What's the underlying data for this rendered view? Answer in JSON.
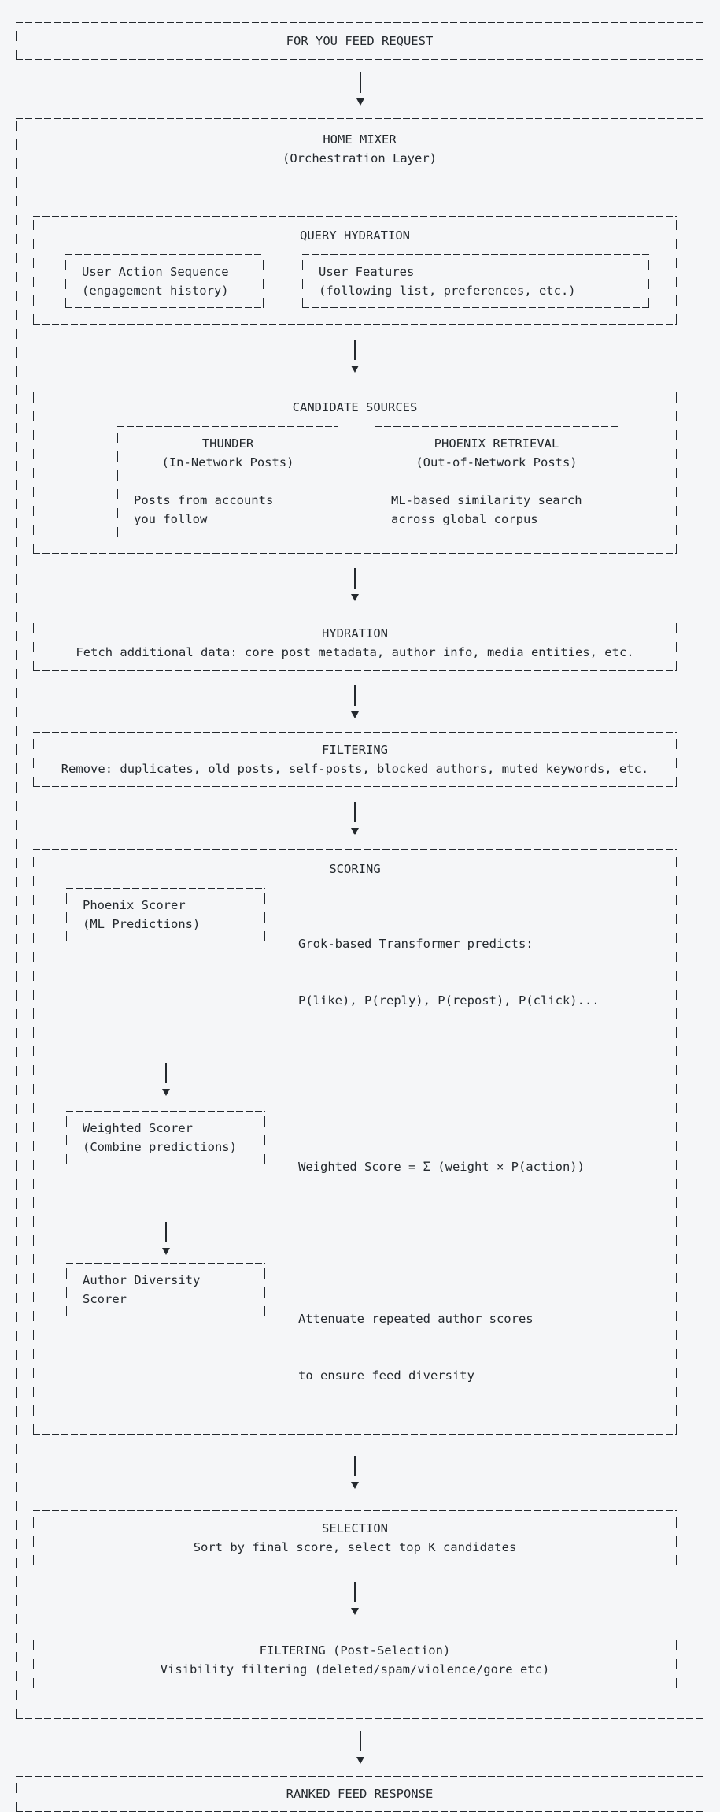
{
  "request_banner": {
    "label": "FOR YOU FEED REQUEST"
  },
  "home_mixer": {
    "title": "HOME MIXER",
    "subtitle": "(Orchestration Layer)"
  },
  "sections": {
    "query_hydration": {
      "title": "QUERY HYDRATION",
      "boxes": [
        {
          "line1": "User Action Sequence",
          "line2": "(engagement history)"
        },
        {
          "line1": "User Features",
          "line2": "(following list, preferences, etc.)"
        }
      ]
    },
    "candidate_sources": {
      "title": "CANDIDATE SOURCES",
      "boxes": [
        {
          "title": "THUNDER",
          "subtitle": "(In-Network Posts)",
          "desc1": "Posts from accounts",
          "desc2": "you follow"
        },
        {
          "title": "PHOENIX RETRIEVAL",
          "subtitle": "(Out-of-Network Posts)",
          "desc1": "ML-based similarity search",
          "desc2": "across global corpus"
        }
      ]
    },
    "hydration": {
      "title": "HYDRATION",
      "desc": "Fetch additional data: core post metadata, author info, media entities, etc."
    },
    "filtering": {
      "title": "FILTERING",
      "desc": "Remove: duplicates, old posts, self-posts, blocked authors, muted keywords, etc."
    },
    "scoring": {
      "title": "SCORING",
      "steps": [
        {
          "box1": "Phoenix Scorer",
          "box2": "(ML Predictions)",
          "note1": "Grok-based Transformer predicts:",
          "note2": "P(like), P(reply), P(repost), P(click)..."
        },
        {
          "box1": "Weighted Scorer",
          "box2": "(Combine predictions)",
          "note1": "Weighted Score = Σ (weight × P(action))",
          "note2": ""
        },
        {
          "box1": "Author Diversity",
          "box2": "Scorer",
          "note1": "Attenuate repeated author scores",
          "note2": "to ensure feed diversity"
        }
      ]
    },
    "selection": {
      "title": "SELECTION",
      "desc": "Sort by final score, select top K candidates"
    },
    "post_filtering": {
      "title": "FILTERING (Post-Selection)",
      "desc": "Visibility filtering (deleted/spam/violence/gore etc)"
    }
  },
  "response_banner": {
    "label": "RANKED FEED RESPONSE"
  },
  "colors": {
    "ink": "#24292e",
    "background": "#f5f6f8"
  }
}
